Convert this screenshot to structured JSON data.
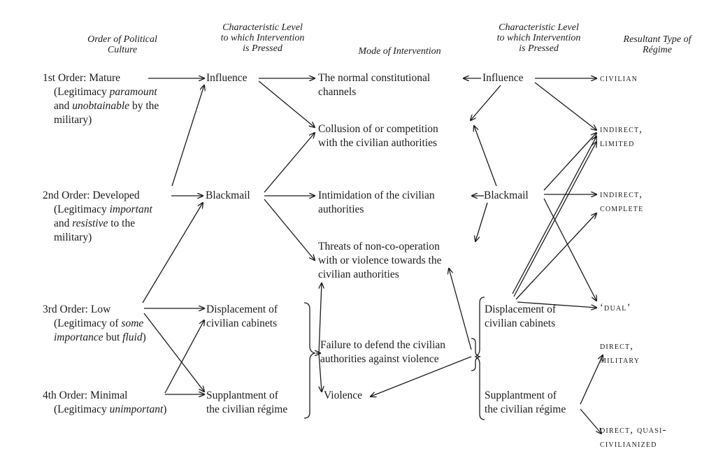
{
  "headers": {
    "col1": [
      "Order of Political",
      "Culture"
    ],
    "col2": [
      "Characteristic Level",
      "to which Intervention",
      "is Pressed"
    ],
    "col3": [
      "Mode of Intervention"
    ],
    "col4": [
      "Characteristic Level",
      "to which Intervention",
      "is Pressed"
    ],
    "col5": [
      "Resultant Type of",
      "Régime"
    ]
  },
  "orders": [
    {
      "title": "1st Order: Mature",
      "l1a": "(Legitimacy ",
      "l1b": "paramount",
      "l2a": "and ",
      "l2b": "unobtainable",
      "l2c": " by the",
      "l3": "military)"
    },
    {
      "title": "2nd Order: Developed",
      "l1a": "(Legitimacy ",
      "l1b": "important",
      "l2a": "and ",
      "l2b": "resistive",
      "l2c": " to the",
      "l3": "military)"
    },
    {
      "title": "3rd Order: Low",
      "l1a": "(Legitimacy of ",
      "l1b": "some",
      "l2a": "importance",
      "l2b": " but ",
      "l2c": "fluid",
      "l2d": ")"
    },
    {
      "title": "4th Order: Minimal",
      "l1a": "(Legitimacy ",
      "l1b": "unimportant",
      "l1c": ")"
    }
  ],
  "levels_left": {
    "influence": "Influence",
    "blackmail": "Blackmail",
    "displacement": [
      "Displacement of",
      "civilian cabinets"
    ],
    "supplantment": [
      "Supplantment of",
      "the civilian régime"
    ]
  },
  "modes": {
    "normal": [
      "The normal constitutional",
      "channels"
    ],
    "collusion": [
      "Collusion of or competition",
      "with the civilian authorities"
    ],
    "intimidation": [
      "Intimidation of the civilian",
      "authorities"
    ],
    "threats": [
      "Threats of non-co-operation",
      "with or violence towards the",
      "civilian authorities"
    ],
    "failure": [
      "Failure to defend the civilian",
      "authorities against violence"
    ],
    "violence": "Violence"
  },
  "levels_right": {
    "influence": "Influence",
    "blackmail": "Blackmail",
    "displacement": [
      "Displacement of",
      "civilian cabinets"
    ],
    "supplantment": [
      "Supplantment of",
      "the civilian régime"
    ]
  },
  "regimes": {
    "civilian": "civilian",
    "indirect_limited": [
      "indirect,",
      "limited"
    ],
    "indirect_complete": [
      "indirect,",
      "complete"
    ],
    "dual": "‘dual’",
    "direct_military": [
      "direct,",
      "military"
    ],
    "direct_quasi": [
      "direct, quasi-",
      "civilianized"
    ]
  }
}
